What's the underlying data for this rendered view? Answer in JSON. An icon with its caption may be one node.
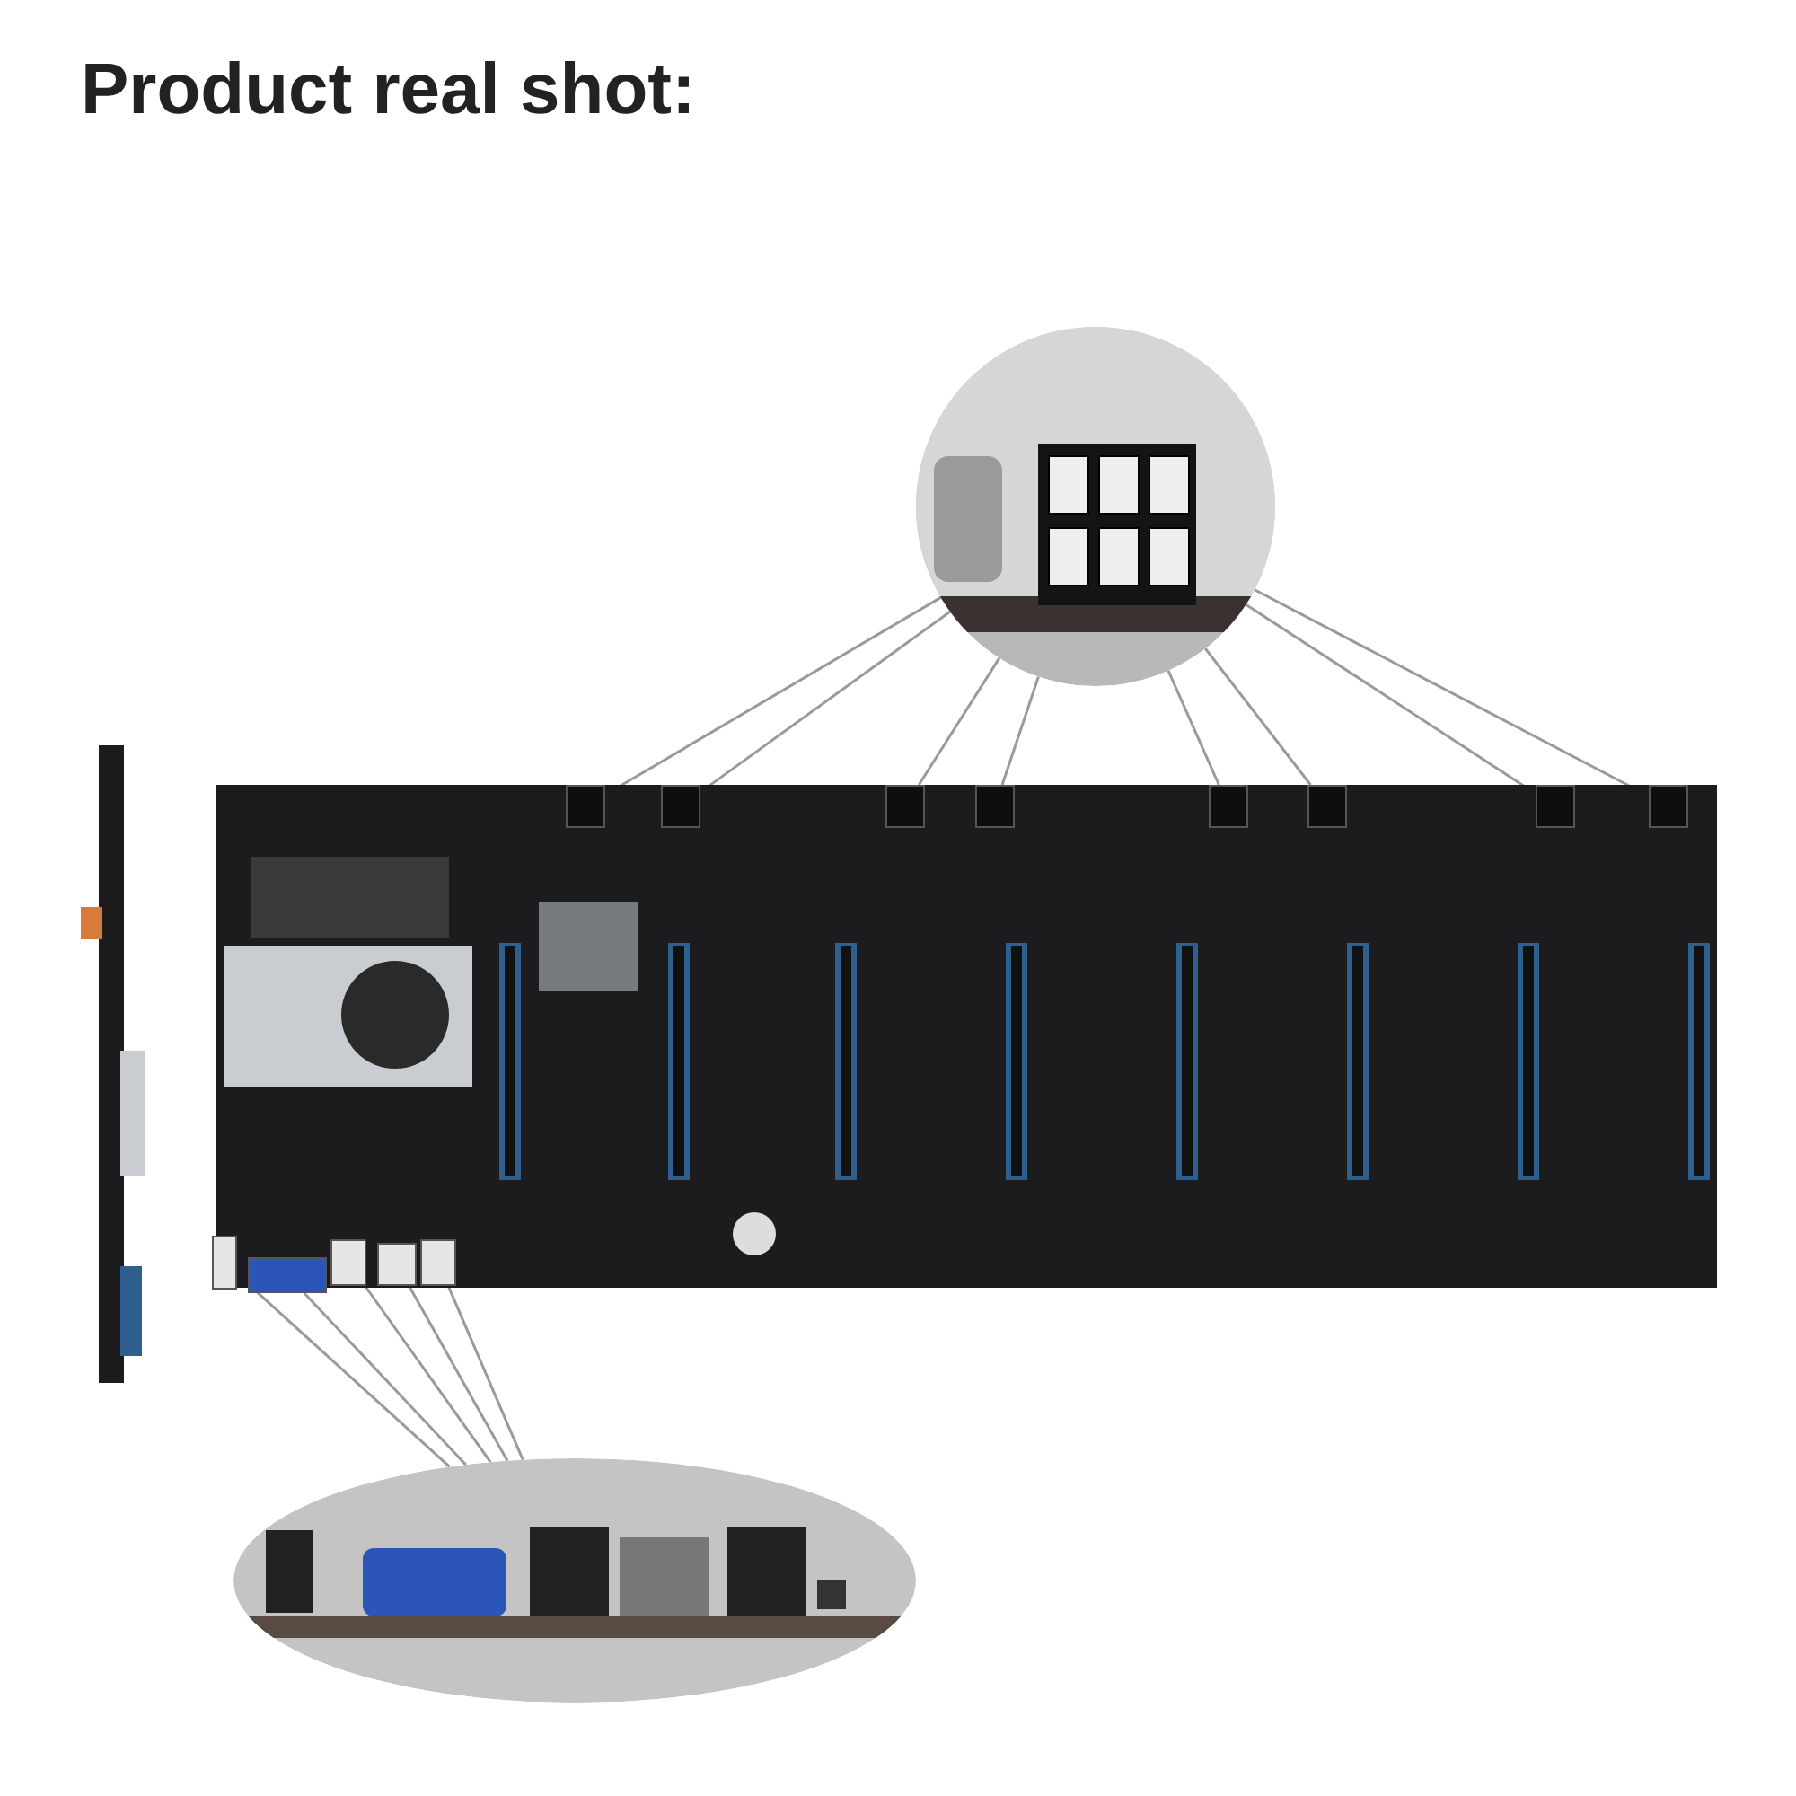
{
  "diagram": {
    "title": "Product real shot:",
    "nodes": [
      {
        "text": [],
        "shape": "picture"
      },
      {
        "text": [],
        "shape": "picture"
      },
      {
        "text": [],
        "shape": "circle"
      },
      {
        "text": [],
        "shape": "ellipse"
      },
      {
        "text": [],
        "shape": "box",
        "in": 0
      },
      {
        "text": [],
        "shape": "box",
        "in": 0
      },
      {
        "text": [],
        "shape": "box",
        "in": 0
      },
      {
        "text": [],
        "shape": "box",
        "in": 0
      },
      {
        "text": [],
        "shape": "box",
        "in": 0
      },
      {
        "text": [],
        "shape": "box",
        "in": 0
      },
      {
        "text": [],
        "shape": "box",
        "in": 0
      },
      {
        "text": [],
        "shape": "box",
        "in": 0
      },
      {
        "text": [],
        "shape": "box",
        "in": 0
      },
      {
        "text": [],
        "shape": "box",
        "in": 0
      },
      {
        "text": [],
        "shape": "box",
        "in": 0
      },
      {
        "text": [],
        "shape": "box",
        "in": 0
      },
      {
        "text": [],
        "shape": "box",
        "in": 0
      }
    ],
    "edges": [
      {
        "from": 2,
        "to": 4,
        "arrow": "none"
      },
      {
        "from": 2,
        "to": 5,
        "arrow": "none"
      },
      {
        "from": 2,
        "to": 6,
        "arrow": "none"
      },
      {
        "from": 2,
        "to": 7,
        "arrow": "none"
      },
      {
        "from": 2,
        "to": 8,
        "arrow": "none"
      },
      {
        "from": 2,
        "to": 9,
        "arrow": "none"
      },
      {
        "from": 2,
        "to": 10,
        "arrow": "none"
      },
      {
        "from": 2,
        "to": 11,
        "arrow": "none"
      },
      {
        "from": 3,
        "to": 12,
        "arrow": "none"
      },
      {
        "from": 3,
        "to": 13,
        "arrow": "none"
      },
      {
        "from": 3,
        "to": 14,
        "arrow": "none"
      },
      {
        "from": 3,
        "to": 15,
        "arrow": "none"
      },
      {
        "from": 3,
        "to": 16,
        "arrow": "none"
      }
    ]
  }
}
